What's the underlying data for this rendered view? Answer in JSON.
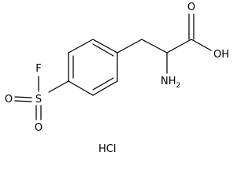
{
  "molecule": {
    "atoms": {
      "fluorine": "F",
      "sulfur": "S",
      "oxygen_sulfonyl_1": "O",
      "oxygen_sulfonyl_2": "O",
      "oxygen_carbonyl": "O",
      "hydroxyl": "OH",
      "amino_N": "NH",
      "amino_subscript": "2"
    },
    "counterion": "HCl"
  }
}
